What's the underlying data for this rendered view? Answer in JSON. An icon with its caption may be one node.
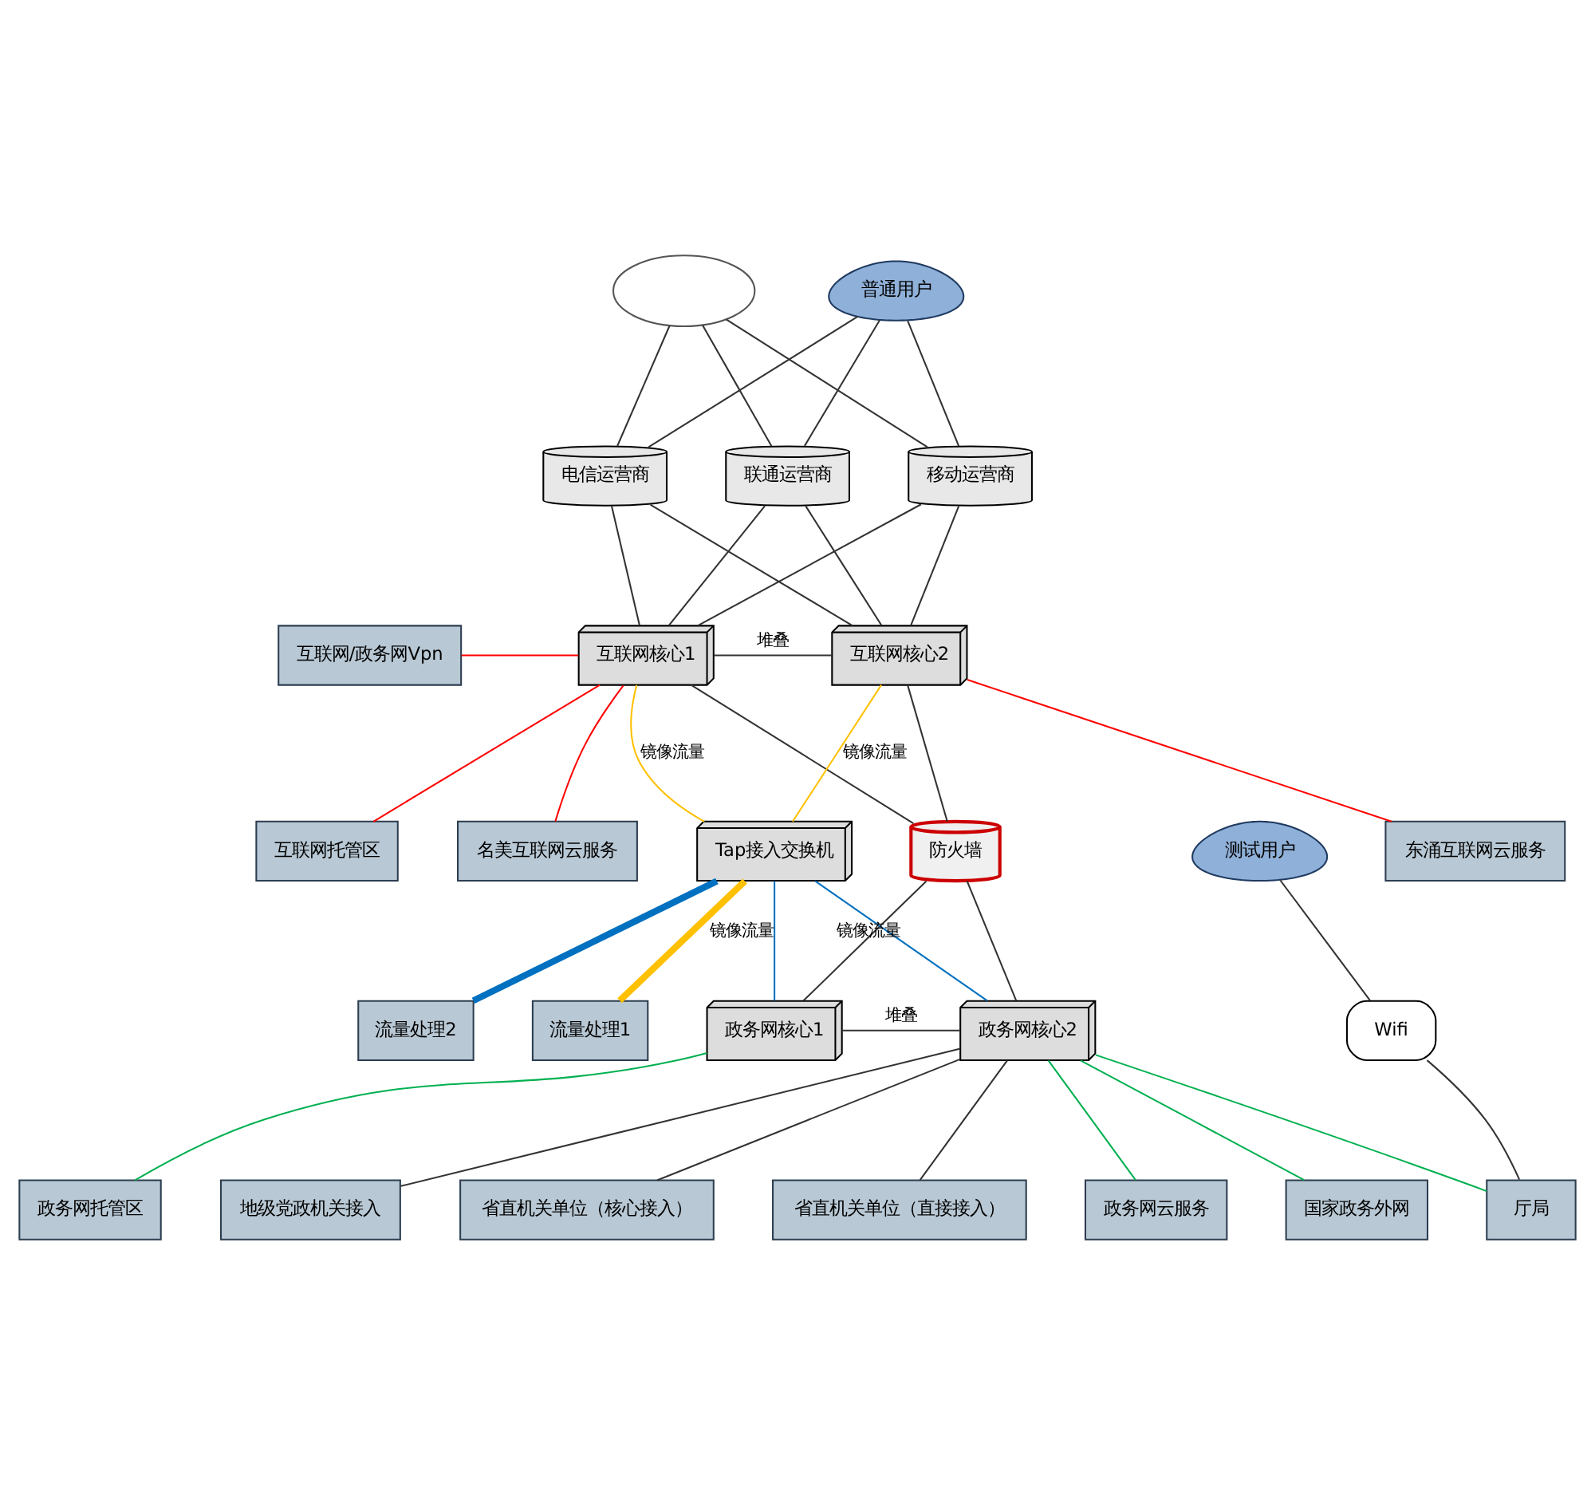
{
  "diagram": {
    "nodes": [
      {
        "text": [],
        "shape": "cloud"
      },
      {
        "text": [
          "普通用户"
        ]
      },
      {
        "text": [
          "电信运营商"
        ]
      },
      {
        "text": [
          "联通运营商"
        ]
      },
      {
        "text": [
          "移动运营商"
        ]
      },
      {
        "text": [
          "互联网核心1"
        ]
      },
      {
        "text": [
          "互联网核心2"
        ]
      },
      {
        "text": [
          "互联网/政务网Vpn"
        ]
      },
      {
        "text": [
          "互联网托管区"
        ]
      },
      {
        "text": [
          "名美互联网云服务"
        ]
      },
      {
        "text": [
          "东涌互联网云服务"
        ]
      },
      {
        "text": [
          "防火墙"
        ]
      },
      {
        "text": [
          "Tap接入交换机"
        ]
      },
      {
        "text": [
          "流量处理1"
        ]
      },
      {
        "text": [
          "流量处理2"
        ]
      },
      {
        "text": [
          "政务网核心1"
        ]
      },
      {
        "text": [
          "政务网核心2"
        ]
      },
      {
        "text": [
          "测试用户"
        ]
      },
      {
        "text": [
          "Wifi"
        ]
      },
      {
        "text": [
          "厅局"
        ]
      },
      {
        "text": [
          "省直机关单位（核心接入）"
        ]
      },
      {
        "text": [
          "省直机关单位（直接接入）"
        ]
      },
      {
        "text": [
          "政务网托管区"
        ]
      },
      {
        "text": [
          "政务网云服务"
        ]
      },
      {
        "text": [
          "国家政务外网"
        ]
      },
      {
        "text": [
          "地级党政机关接入"
        ]
      }
    ],
    "edges": [
      {
        "from": 0,
        "to": 2,
        "arrow": "none"
      },
      {
        "from": 0,
        "to": 3,
        "arrow": "none"
      },
      {
        "from": 0,
        "to": 4,
        "arrow": "none"
      },
      {
        "from": 1,
        "to": 2,
        "arrow": "none"
      },
      {
        "from": 1,
        "to": 3,
        "arrow": "none"
      },
      {
        "from": 1,
        "to": 4,
        "arrow": "none"
      },
      {
        "from": 2,
        "to": 5,
        "arrow": "none"
      },
      {
        "from": 2,
        "to": 6,
        "arrow": "none"
      },
      {
        "from": 3,
        "to": 5,
        "arrow": "none"
      },
      {
        "from": 3,
        "to": 6,
        "arrow": "none"
      },
      {
        "from": 4,
        "to": 5,
        "arrow": "none"
      },
      {
        "from": 4,
        "to": 6,
        "arrow": "none"
      },
      {
        "from": 5,
        "to": 6,
        "arrow": "none",
        "label": "堆叠"
      },
      {
        "from": 7,
        "to": 5,
        "arrow": "none",
        "color": "#ff0000"
      },
      {
        "from": 5,
        "to": 8,
        "arrow": "none",
        "color": "#ff0000"
      },
      {
        "from": 5,
        "to": 9,
        "arrow": "none",
        "color": "#ff0000"
      },
      {
        "from": 6,
        "to": 10,
        "arrow": "none",
        "color": "#ff0000"
      },
      {
        "from": 5,
        "to": 11,
        "arrow": "none"
      },
      {
        "from": 6,
        "to": 11,
        "arrow": "none"
      },
      {
        "from": 5,
        "to": 12,
        "arrow": "none",
        "label": "镜像流量",
        "color": "#ffc000"
      },
      {
        "from": 6,
        "to": 12,
        "arrow": "none",
        "label": "镜像流量",
        "color": "#ffc000"
      },
      {
        "from": 12,
        "to": 13,
        "arrow": "none",
        "style": "thick",
        "color": "#ffc000"
      },
      {
        "from": 12,
        "to": 14,
        "arrow": "none",
        "style": "thick",
        "color": "#0070c0"
      },
      {
        "from": 12,
        "to": 15,
        "arrow": "none",
        "label": "镜像流量",
        "color": "#0070c0"
      },
      {
        "from": 12,
        "to": 16,
        "arrow": "none",
        "label": "镜像流量",
        "color": "#0070c0"
      },
      {
        "from": 11,
        "to": 15,
        "arrow": "none"
      },
      {
        "from": 11,
        "to": 16,
        "arrow": "none"
      },
      {
        "from": 15,
        "to": 16,
        "arrow": "none",
        "label": "堆叠"
      },
      {
        "from": 15,
        "to": 22,
        "arrow": "none",
        "color": "#00b050"
      },
      {
        "from": 16,
        "to": 23,
        "arrow": "none",
        "color": "#00b050"
      },
      {
        "from": 16,
        "to": 24,
        "arrow": "none",
        "color": "#00b050"
      },
      {
        "from": 16,
        "to": 19,
        "arrow": "none",
        "color": "#00b050"
      },
      {
        "from": 16,
        "to": 20,
        "arrow": "none"
      },
      {
        "from": 16,
        "to": 21,
        "arrow": "none"
      },
      {
        "from": 16,
        "to": 25,
        "arrow": "none"
      },
      {
        "from": 17,
        "to": 18,
        "arrow": "none"
      },
      {
        "from": 18,
        "to": 19,
        "arrow": "none"
      }
    ]
  }
}
